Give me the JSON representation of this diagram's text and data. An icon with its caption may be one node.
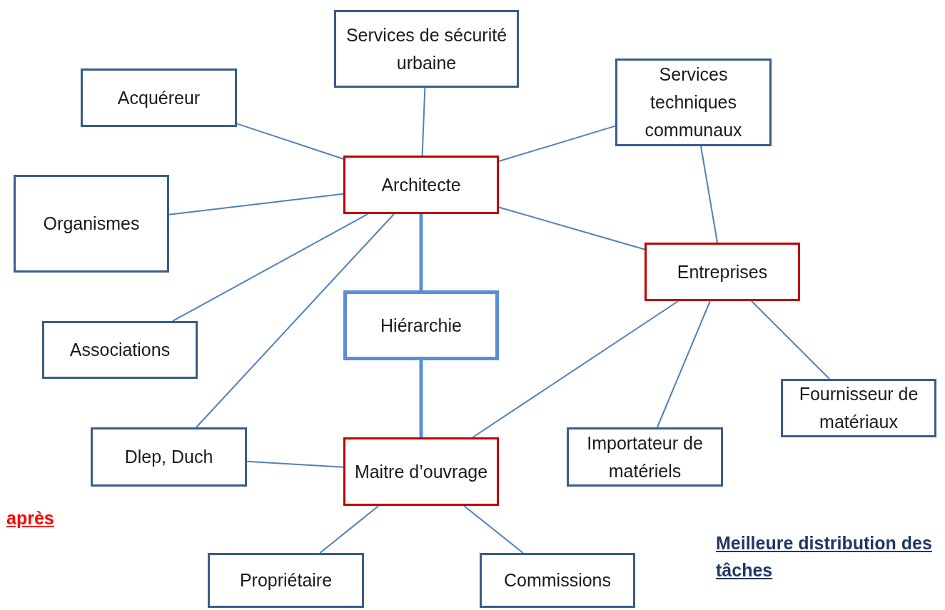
{
  "diagram": {
    "nodes": [
      {
        "text": [
          "Services de sécurité urbaine"
        ]
      },
      {
        "text": [
          "Acquéreur"
        ]
      },
      {
        "text": [
          "Services techniques communaux"
        ]
      },
      {
        "text": [
          "Architecte"
        ]
      },
      {
        "text": [
          "Organismes"
        ]
      },
      {
        "text": [
          "Entreprises"
        ]
      },
      {
        "text": [
          "Hiérarchie"
        ]
      },
      {
        "text": [
          "Associations"
        ]
      },
      {
        "text": [
          "Fournisseur de matériaux"
        ]
      },
      {
        "text": [
          "Dlep, Duch"
        ]
      },
      {
        "text": [
          "Importateur de matériels"
        ]
      },
      {
        "text": [
          "Maitre d’ouvrage"
        ]
      },
      {
        "text": [
          "Propriétaire"
        ]
      },
      {
        "text": [
          "Commissions"
        ]
      }
    ],
    "edges": [
      {
        "from": 1,
        "to": 3,
        "arrow": "none"
      },
      {
        "from": 0,
        "to": 3,
        "arrow": "none"
      },
      {
        "from": 2,
        "to": 3,
        "arrow": "none"
      },
      {
        "from": 4,
        "to": 3,
        "arrow": "none"
      },
      {
        "from": 7,
        "to": 3,
        "arrow": "none"
      },
      {
        "from": 9,
        "to": 3,
        "arrow": "none"
      },
      {
        "from": 3,
        "to": 5,
        "arrow": "none"
      },
      {
        "from": 2,
        "to": 5,
        "arrow": "none"
      },
      {
        "from": 3,
        "to": 6,
        "arrow": "none",
        "style": "thick",
        "color": "#5b8ed6"
      },
      {
        "from": 6,
        "to": 11,
        "arrow": "none",
        "style": "thick",
        "color": "#5b8ed6"
      },
      {
        "from": 5,
        "to": 11,
        "arrow": "none"
      },
      {
        "from": 5,
        "to": 10,
        "arrow": "none"
      },
      {
        "from": 5,
        "to": 8,
        "arrow": "none"
      },
      {
        "from": 9,
        "to": 11,
        "arrow": "none"
      },
      {
        "from": 11,
        "to": 12,
        "arrow": "none"
      },
      {
        "from": 11,
        "to": 13,
        "arrow": "none"
      }
    ],
    "labels": [
      "après",
      "Meilleure distribution des tâches"
    ]
  }
}
